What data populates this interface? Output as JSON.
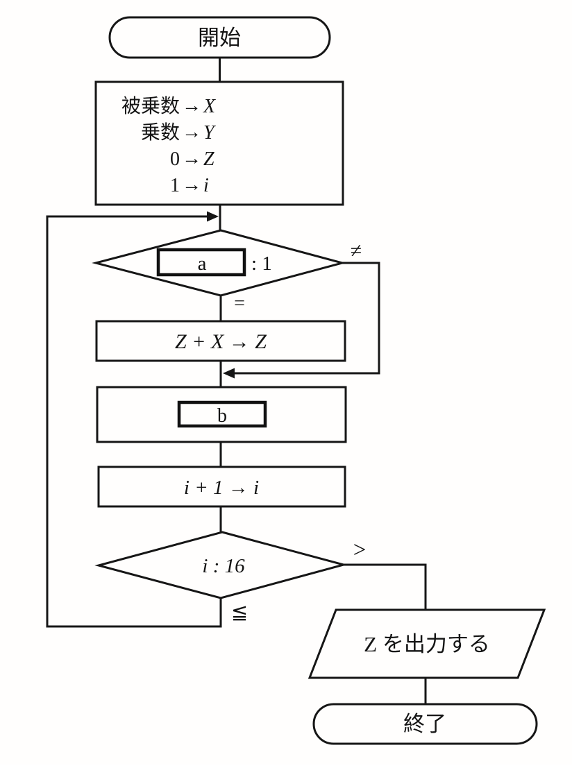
{
  "figure": {
    "type": "flowchart",
    "language": "ja",
    "background_color": "#fffefd",
    "line_color": "#161616",
    "description_visible_only": true
  },
  "nodes": {
    "start": {
      "shape": "terminal",
      "label": "開始"
    },
    "init": {
      "shape": "process",
      "rows": [
        {
          "lhs": "被乗数",
          "arrow": "→",
          "rhs": "X"
        },
        {
          "lhs": "乗数",
          "arrow": "→",
          "rhs": "Y"
        },
        {
          "lhs": "0",
          "arrow": "→",
          "rhs": "Z"
        },
        {
          "lhs": "1",
          "arrow": "→",
          "rhs": "i"
        }
      ]
    },
    "decision_a": {
      "shape": "decision",
      "blank_box_label": "a",
      "compare_suffix": ": 1",
      "branch_right_label": "≠",
      "branch_down_label": "="
    },
    "add": {
      "shape": "process",
      "label": "Z + X → Z"
    },
    "blank_b": {
      "shape": "process",
      "blank_box_label": "b"
    },
    "increment": {
      "shape": "process",
      "label": "i + 1 → i"
    },
    "decision_i": {
      "shape": "decision",
      "label": "i : 16",
      "branch_right_label": ">",
      "branch_down_label": "≦"
    },
    "output": {
      "shape": "input-output",
      "label": "Z を出力する"
    },
    "end": {
      "shape": "terminal",
      "label": "終了"
    }
  }
}
